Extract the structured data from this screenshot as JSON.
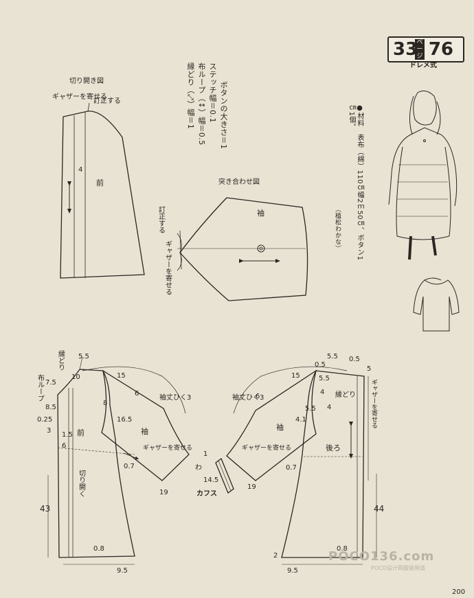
{
  "header": {
    "page_left": "33",
    "page_word": "ページ",
    "page_right": "76",
    "style": "ドレメ式"
  },
  "notes": {
    "button_size": "ボタンの大きさ＝1",
    "stitch_width": "ステッチ幅＝0.1",
    "loop_width": "布ループ（↕）幅＝0.5",
    "binding_width": "縁どり（⤢）幅＝1",
    "materials": "●材料　表布（綿）110㎝幅2ｍ50㎝、ボタン1㎝1個。",
    "designer": "（植松わかな）"
  },
  "top_left": {
    "title": "切り開き図",
    "gather": "ギャザーを寄せる",
    "correct": "訂正する",
    "num_4": "4",
    "front": "前"
  },
  "top_right": {
    "title": "突き合わせ図",
    "correct": "訂正する",
    "gather": "ギャザーを寄せる",
    "sleeve": "袖"
  },
  "bottom_left": {
    "binding": "縁どり",
    "loop": "布ループ",
    "front": "前",
    "sleeve": "袖",
    "cut_open": "切り開く",
    "sleeve_len": "袖丈ひく3",
    "gather": "ギャザーを寄せる",
    "dims": {
      "d55": "5.5",
      "d10": "10",
      "d75": "7.5",
      "d85": "8.5",
      "d025": "0.25",
      "d3": "3",
      "d15a": "15",
      "d6a": "6",
      "d8": "8",
      "d15b": "1.5",
      "d6b": "6",
      "d165": "16.5",
      "d07": "0.7",
      "d19": "19",
      "d43": "43",
      "d08": "0.8",
      "d95": "9.5"
    }
  },
  "cuffs": {
    "label": "カフス",
    "w": "わ",
    "n1": "1",
    "n145": "14.5"
  },
  "bottom_right": {
    "binding": "縁どり",
    "back": "後ろ",
    "sleeve": "袖",
    "sleeve_len": "袖丈ひく3",
    "gather_sleeve": "ギャザーを寄せる",
    "gather_back": "ギャザーを寄せる",
    "dims": {
      "d55": "5.5",
      "d05a": "0.5",
      "d05b": "0.5",
      "d5": "5",
      "d15": "15",
      "d55b": "5.5",
      "d4a": "4",
      "d4b": "4",
      "d6": "6",
      "d41": "4.1",
      "d55c": "5.5",
      "d07": "0.7",
      "d19": "19",
      "d44": "44",
      "d2": "2",
      "d08": "0.8",
      "d95": "9.5"
    }
  },
  "watermark": {
    "main": "POCO136.com",
    "sub": "POCO设计网服装频道"
  },
  "page_number": "200"
}
